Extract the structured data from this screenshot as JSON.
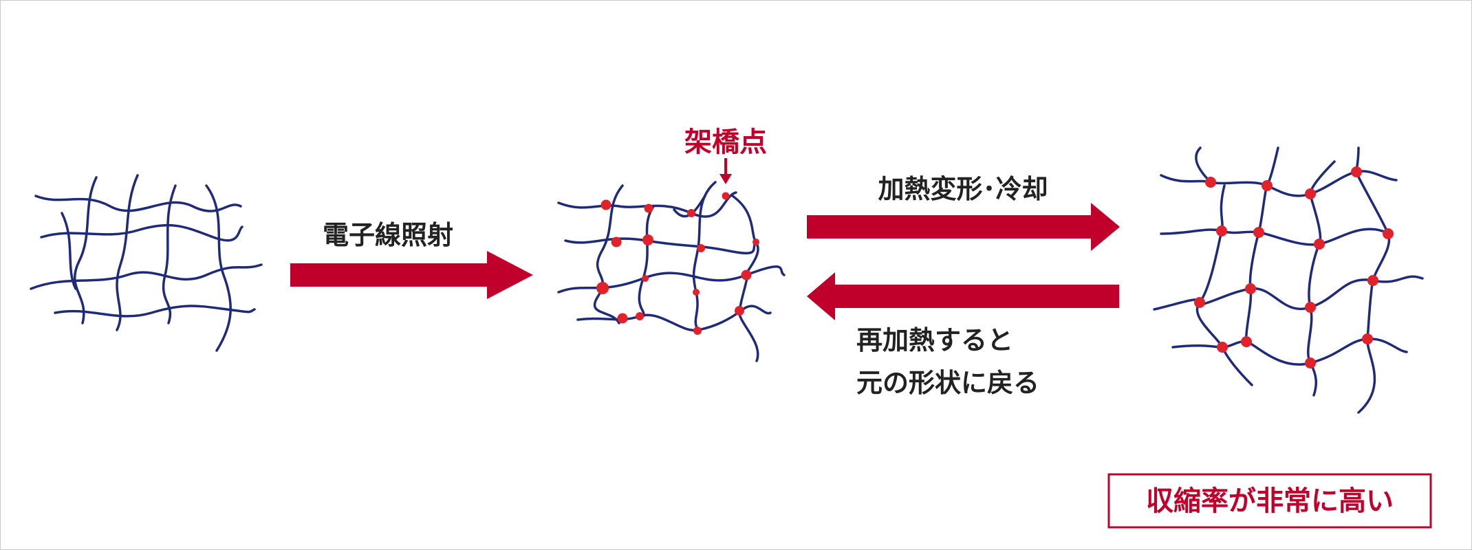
{
  "labels": {
    "electron_beam": "電子線照射",
    "crosslink_point": "架橋点",
    "heat_deform_cool": "加熱変形･冷却",
    "reheat_line1": "再加熱すると",
    "reheat_line2": "元の形状に戻る",
    "shrink_rate_high": "収縮率が非常に高い"
  },
  "colors": {
    "polymer_chain": "#1f2a7a",
    "crosslink_dot": "#e0222b",
    "arrow": "#c0002b",
    "text_dark": "#222222",
    "accent_text": "#c0002b"
  }
}
